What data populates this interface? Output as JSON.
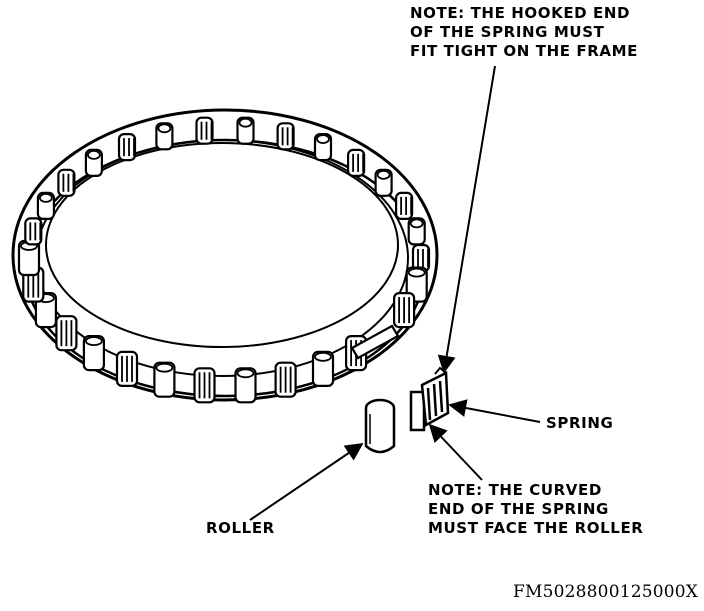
{
  "note_top": {
    "lines": [
      "NOTE: THE HOOKED END",
      "OF THE SPRING MUST",
      "FIT TIGHT ON THE FRAME"
    ]
  },
  "note_bottom": {
    "lines": [
      "NOTE: THE CURVED",
      "END OF THE SPRING",
      "MUST FACE THE ROLLER"
    ]
  },
  "labels": {
    "spring": "SPRING",
    "roller": "ROLLER"
  },
  "figure_id": "FM5028800125000X",
  "colors": {
    "ink": "#000000",
    "paper": "#ffffff"
  }
}
